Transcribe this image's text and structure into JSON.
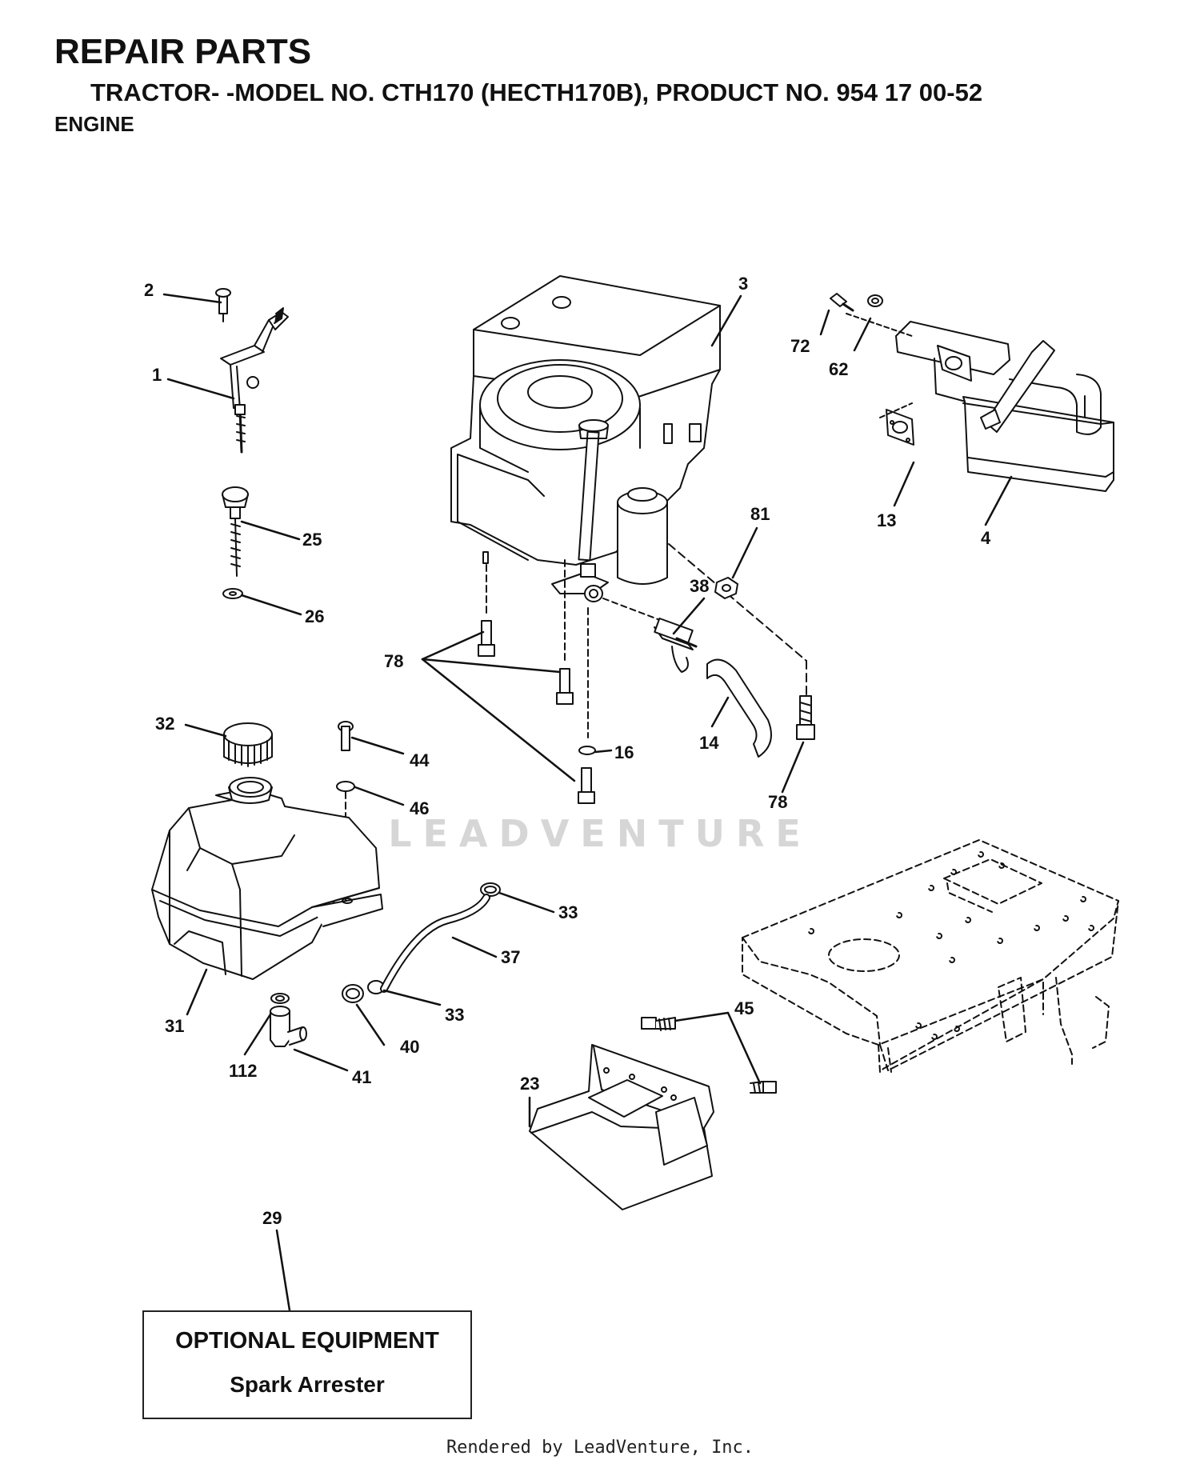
{
  "header": {
    "title": "REPAIR PARTS",
    "subtitle": "TRACTOR- -MODEL NO. CTH170 (HECTH170B), PRODUCT NO. 954 17 00-52",
    "section": "ENGINE"
  },
  "callouts": {
    "c1": "1",
    "c2": "2",
    "c3": "3",
    "c4": "4",
    "c13": "13",
    "c14": "14",
    "c16": "16",
    "c23": "23",
    "c25": "25",
    "c26": "26",
    "c29": "29",
    "c31": "31",
    "c32": "32",
    "c33a": "33",
    "c33b": "33",
    "c37": "37",
    "c38": "38",
    "c40": "40",
    "c41": "41",
    "c44": "44",
    "c45": "45",
    "c46": "46",
    "c62": "62",
    "c72": "72",
    "c78a": "78",
    "c78b": "78",
    "c81": "81",
    "c112": "112"
  },
  "optional": {
    "title": "OPTIONAL EQUIPMENT",
    "item": "Spark Arrester"
  },
  "watermark": "LEADVENTURE",
  "footer": "Rendered by LeadVenture, Inc."
}
